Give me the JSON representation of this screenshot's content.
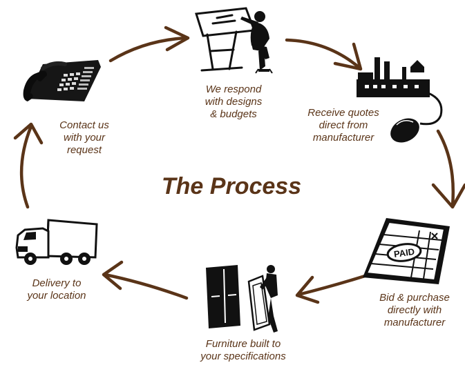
{
  "title": "The Process",
  "colors": {
    "accent": "#5a3418",
    "ink": "#111111"
  },
  "steps": [
    {
      "icon": "telephone-icon",
      "lines": [
        "Contact us",
        "with your",
        "request"
      ]
    },
    {
      "icon": "drafting-table-icon",
      "lines": [
        "We respond",
        "with designs",
        "& budgets"
      ]
    },
    {
      "icon": "factory-mouse-icon",
      "lines": [
        "Receive quotes",
        "direct from",
        "manufacturer"
      ]
    },
    {
      "icon": "paid-invoice-icon",
      "lines": [
        "Bid & purchase",
        "directly with",
        "manufacturer"
      ]
    },
    {
      "icon": "furniture-carrier-icon",
      "lines": [
        "Furniture built to",
        "your specifications"
      ]
    },
    {
      "icon": "delivery-truck-icon",
      "lines": [
        "Delivery to",
        "your location"
      ]
    }
  ]
}
